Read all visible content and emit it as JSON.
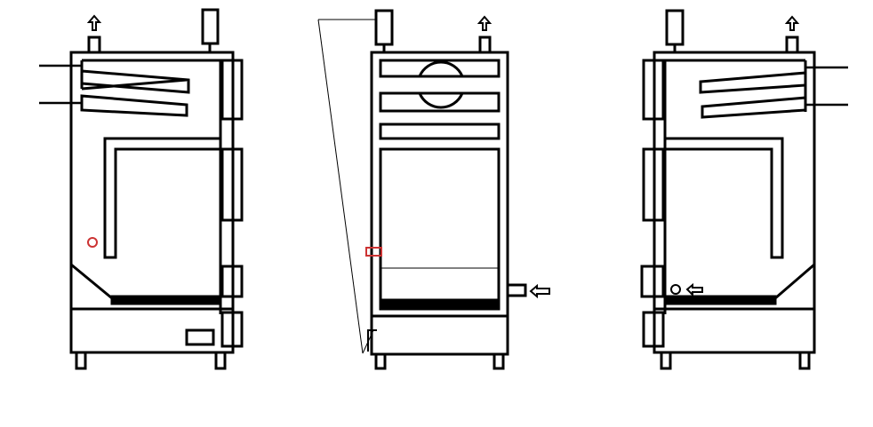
{
  "diagram": {
    "title": "",
    "colors": {
      "background": "#ffffff",
      "line": "#000000",
      "marker": "#cc3333"
    },
    "views": [
      {
        "id": "left-side-view",
        "label": ""
      },
      {
        "id": "front-view",
        "label": ""
      },
      {
        "id": "right-side-view",
        "label": ""
      }
    ],
    "icons": [
      "up-arrow-icon",
      "left-arrow-icon",
      "red-circle-marker",
      "red-rectangle-marker"
    ]
  }
}
